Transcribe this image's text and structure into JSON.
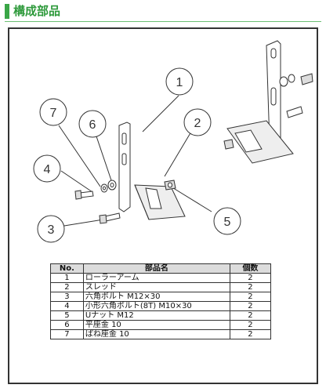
{
  "header": {
    "title": "構成部品",
    "accent": "#3aa647"
  },
  "callouts": [
    "1",
    "2",
    "3",
    "4",
    "5",
    "6",
    "7"
  ],
  "table": {
    "headers": {
      "no": "No.",
      "name": "部品名",
      "qty": "個数"
    },
    "rows": [
      {
        "no": "1",
        "name": "ローラーアーム",
        "qty": "2"
      },
      {
        "no": "2",
        "name": "スレッド",
        "qty": "2"
      },
      {
        "no": "3",
        "name": "六角ボルト M12×30",
        "qty": "2"
      },
      {
        "no": "4",
        "name": "小形六角ボルト(8T) M10×30",
        "qty": "2"
      },
      {
        "no": "5",
        "name": "Uナット M12",
        "qty": "2"
      },
      {
        "no": "6",
        "name": "平座金 10",
        "qty": "2"
      },
      {
        "no": "7",
        "name": "ばね座金 10",
        "qty": "2"
      }
    ]
  }
}
